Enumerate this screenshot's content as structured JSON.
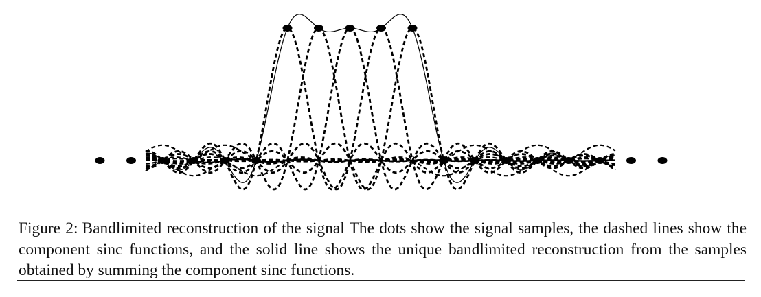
{
  "figure": {
    "label": "Figure 2:",
    "caption": "Bandlimited reconstruction of the signal The dots show the signal samples, the dashed lines show the component sinc functions, and the solid line shows the unique bandlimited reconstruction from the samples obtained by summing the component sinc functions."
  },
  "chart_data": {
    "type": "line",
    "sample_index": [
      -9,
      -8,
      -7,
      -6,
      -5,
      -4,
      -3,
      -2,
      -1,
      0,
      1,
      2,
      3,
      4,
      5,
      6,
      7,
      8,
      9
    ],
    "sample_values": [
      0,
      0,
      0,
      0,
      0,
      0,
      1,
      1,
      1,
      1,
      1,
      0,
      0,
      0,
      0,
      0,
      0,
      0,
      0
    ],
    "series": [
      {
        "style": "dashed",
        "color": "#000000",
        "description_key": "component_sinc"
      },
      {
        "style": "solid",
        "color": "#000000",
        "description_key": "reconstruction"
      }
    ],
    "sample_marker": "filled-ellipse",
    "axes_visible": false,
    "grid": false
  }
}
